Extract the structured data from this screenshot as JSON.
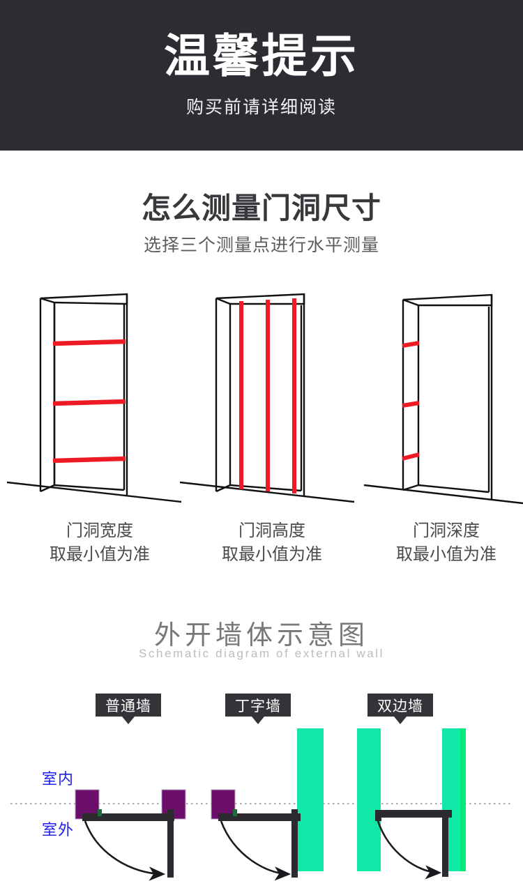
{
  "banner": {
    "title": "温馨提示",
    "subtitle": "购买前请详细阅读"
  },
  "section_measure": {
    "title": "怎么测量门洞尺寸",
    "subtitle": "选择三个测量点进行水平测量",
    "figures": [
      {
        "id": "door-width",
        "caption_line1": "门洞宽度",
        "caption_line2": "取最小值为准",
        "marks": "three-horizontal-red-lines"
      },
      {
        "id": "door-height",
        "caption_line1": "门洞高度",
        "caption_line2": "取最小值为准",
        "marks": "three-vertical-red-lines"
      },
      {
        "id": "door-depth",
        "caption_line1": "门洞深度",
        "caption_line2": "取最小值为准",
        "marks": "three-short-red-lines-on-jamb"
      }
    ]
  },
  "section_wall": {
    "title": "外开墙体示意图",
    "subtitle": "Schematic diagram of external wall",
    "badges": [
      {
        "label": "普通墙"
      },
      {
        "label": "丁字墙"
      },
      {
        "label": "双边墙"
      }
    ],
    "indoor_label": "室内",
    "outdoor_label": "室外"
  },
  "colors": {
    "banner_bg": "#2e2c33",
    "measure_line": "#ee1b24",
    "badge_bg": "#333338",
    "wall_block": "#6b0f6b",
    "wall_green": "#0fe8a6",
    "door_frame": "#2b2b2f",
    "io_text": "#2020ee",
    "dotted_line": "#aaaab4"
  }
}
